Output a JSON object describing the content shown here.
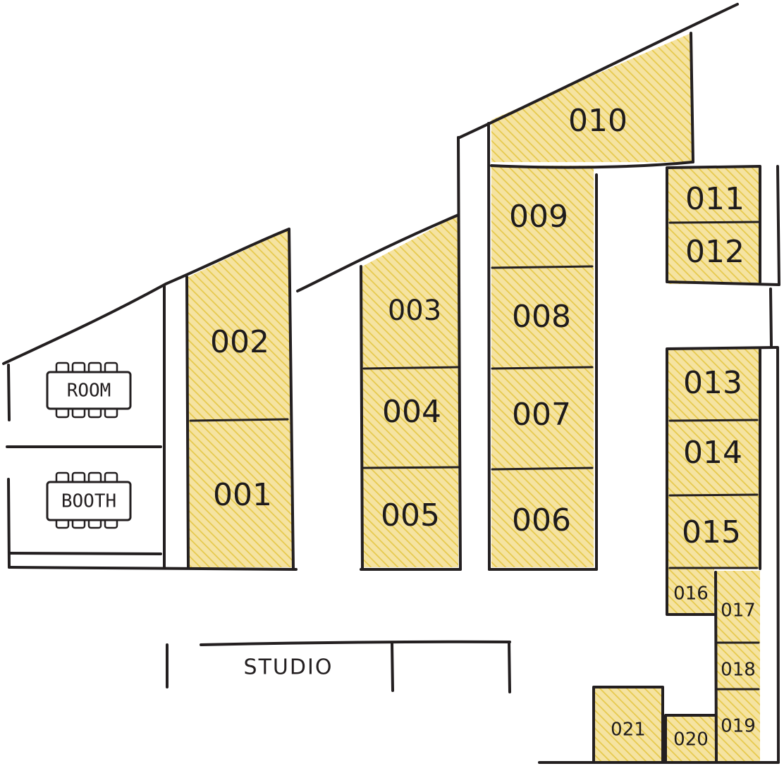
{
  "colors": {
    "stall_fill": "#f5e3a1",
    "stall_hatch": "#e6c94c",
    "wall": "#231f20",
    "background": "#ffffff"
  },
  "stalls": [
    {
      "id": "s001",
      "label": "001"
    },
    {
      "id": "s002",
      "label": "002"
    },
    {
      "id": "s003",
      "label": "003"
    },
    {
      "id": "s004",
      "label": "004"
    },
    {
      "id": "s005",
      "label": "005"
    },
    {
      "id": "s006",
      "label": "006"
    },
    {
      "id": "s007",
      "label": "007"
    },
    {
      "id": "s008",
      "label": "008"
    },
    {
      "id": "s009",
      "label": "009"
    },
    {
      "id": "s010",
      "label": "010"
    },
    {
      "id": "s011",
      "label": "011"
    },
    {
      "id": "s012",
      "label": "012"
    },
    {
      "id": "s013",
      "label": "013"
    },
    {
      "id": "s014",
      "label": "014"
    },
    {
      "id": "s015",
      "label": "015"
    },
    {
      "id": "s016",
      "label": "016"
    },
    {
      "id": "s017",
      "label": "017"
    },
    {
      "id": "s018",
      "label": "018"
    },
    {
      "id": "s019",
      "label": "019"
    },
    {
      "id": "s020",
      "label": "020"
    },
    {
      "id": "s021",
      "label": "021"
    }
  ],
  "rooms": {
    "room_label": "ROOM",
    "booth_label": "BOOTH",
    "studio_label": "STUDIO"
  }
}
